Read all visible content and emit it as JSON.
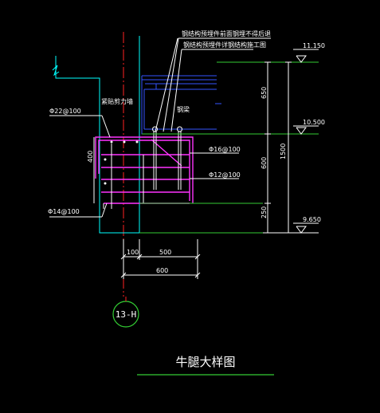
{
  "notes": {
    "line1": "钢结构预埋件前面钢埋不得后退",
    "line2": "钢结构预埋件详钢结构施工图"
  },
  "labels": {
    "wall": "紧贴剪力墙",
    "steel_beam": "钢梁",
    "rebar_top": "Φ22@100",
    "rebar_bottom": "Φ14@100",
    "rebar_mid_upper": "Φ16@100",
    "rebar_mid_lower": "Φ12@100",
    "width_left": "400"
  },
  "dimensions": {
    "v_upper": "650",
    "v_middle": "600",
    "v_lower": "250",
    "v_total": "1500",
    "h_small": "100",
    "h_500": "500",
    "h_600": "600"
  },
  "elevations": {
    "top": "11.150",
    "mid": "10.500",
    "bottom": "9.650"
  },
  "axis": {
    "label": "13-H"
  },
  "title": {
    "text": "牛腿大样图"
  },
  "colors": {
    "background": "#000000",
    "wall_cyan": "#00ffff",
    "beam_blue": "#3355ff",
    "rebar_magenta": "#ff33ff",
    "axis_red": "#ff2222",
    "dim_white": "#ffffff",
    "level_green": "#33cc33",
    "text_yellow": "#ffff66"
  }
}
